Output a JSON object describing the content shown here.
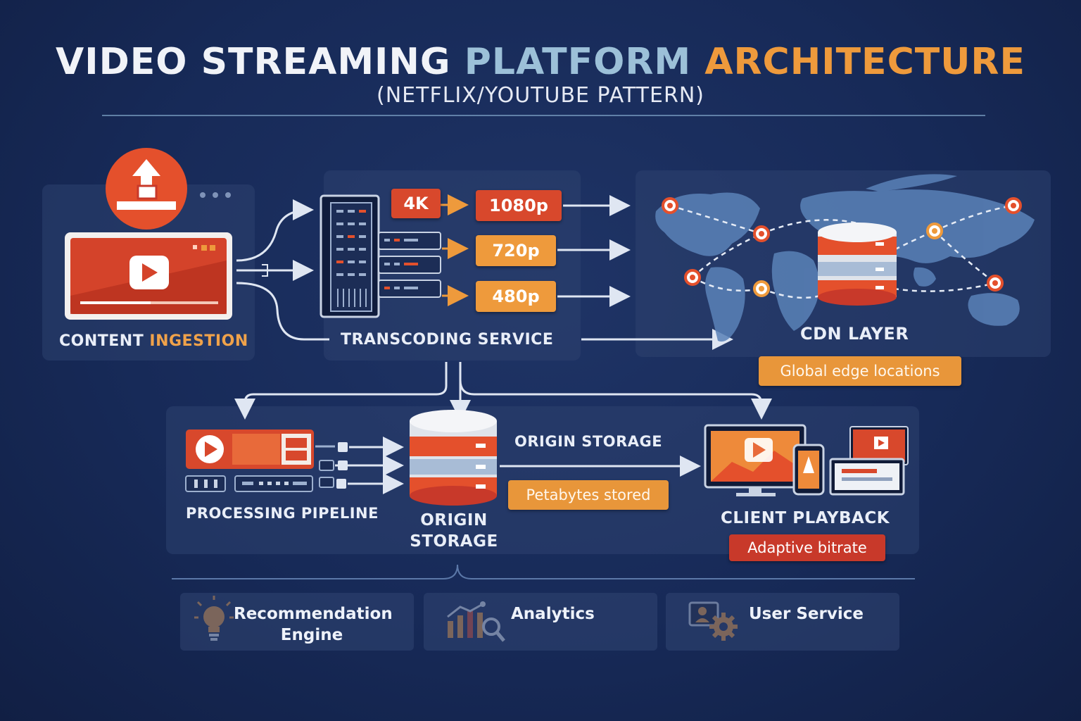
{
  "header": {
    "title_part1": "VIDEO STREAMING",
    "title_part2": "PLATFORM",
    "title_part3": "ARCHITECTURE",
    "subtitle": "(NETFLIX/YOUTUBE PATTERN)"
  },
  "ingestion": {
    "label_main": "CONTENT",
    "label_accent": "INGESTION"
  },
  "transcoding": {
    "label": "TRANSCODING SERVICE",
    "source": "4K",
    "outputs": [
      "1080p",
      "720p",
      "480p"
    ]
  },
  "cdn": {
    "label": "CDN LAYER",
    "tag": "Global edge locations"
  },
  "pipeline": {
    "label": "PROCESSING PIPELINE"
  },
  "origin": {
    "label_line1": "ORIGIN",
    "label_line2": "STORAGE",
    "side_label": "ORIGIN STORAGE",
    "tag": "Petabytes stored"
  },
  "client": {
    "label": "CLIENT PLAYBACK",
    "tag": "Adaptive bitrate"
  },
  "services": [
    {
      "line1": "Recommendation",
      "line2": "Engine"
    },
    {
      "line1": "Analytics"
    },
    {
      "line1": "User Service"
    }
  ],
  "colors": {
    "red": "#d8482c",
    "orange": "#ee9a3c",
    "navy": "#172a58",
    "panel": "#2e4270"
  }
}
